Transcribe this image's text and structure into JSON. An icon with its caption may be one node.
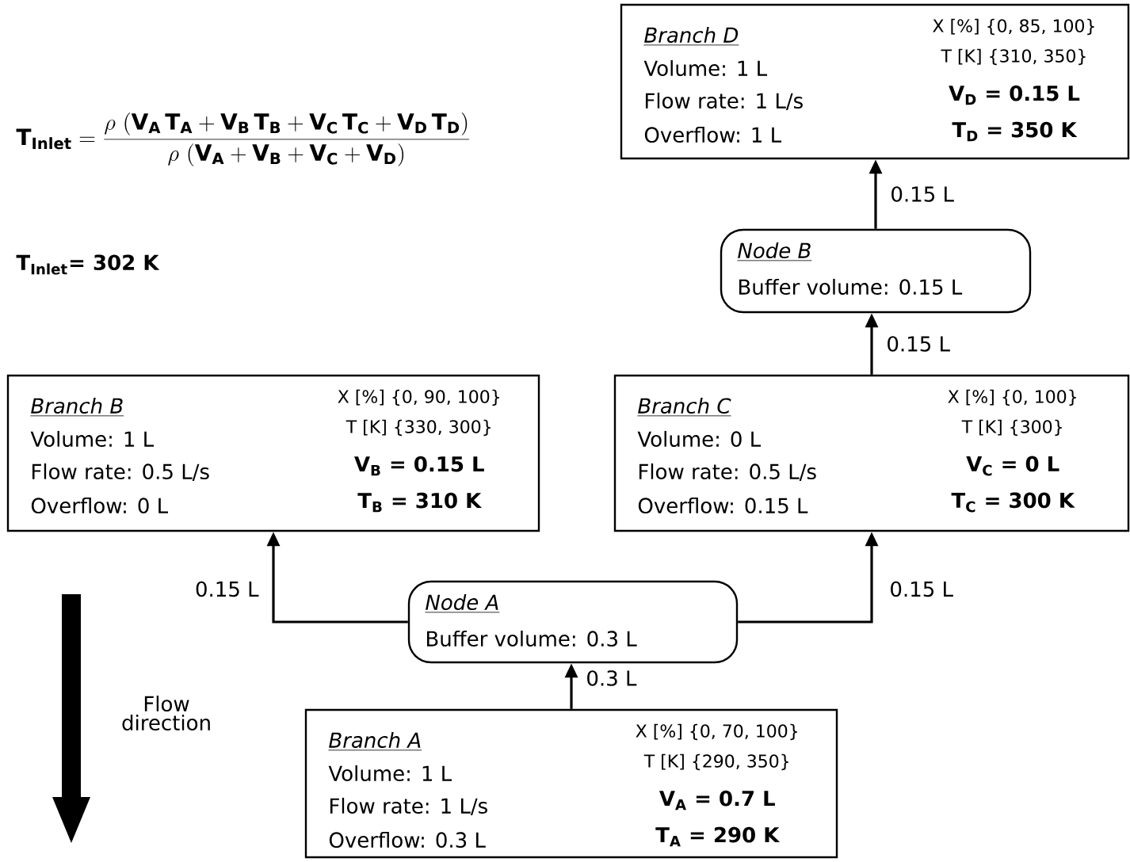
{
  "diagram": {
    "nodes": [
      {
        "text": [
          "Branch D",
          "Volume: 1 L",
          "Flow rate: 1 L/s",
          "Overflow: 1 L",
          "X [%] {0, 85, 100}",
          "T [K] {310, 350}",
          "V$_{D}$ = 0.15 L",
          "T$_{D}$ = 350 K"
        ]
      },
      {
        "text": [
          "Node B",
          "Buffer volume: 0.15 L"
        ]
      },
      {
        "text": [
          "Branch B",
          "Volume: 1 L",
          "Flow rate: 0.5 L/s",
          "Overflow: 0 L",
          "X [%] {0, 90, 100}",
          "T [K] {330, 300}",
          "V$_{B}$ = 0.15 L",
          "T$_{B}$ = 310 K"
        ]
      },
      {
        "text": [
          "Branch C",
          "Volume: 0 L",
          "Flow rate: 0.5 L/s",
          "Overflow: 0.15 L",
          "X [%] {0, 100}",
          "T [K] {300}",
          "V$_{C}$ = 0 L",
          "T$_{C}$ = 300 K"
        ]
      },
      {
        "text": [
          "Node A",
          "Buffer volume: 0.3 L"
        ]
      },
      {
        "text": [
          "Branch A",
          "Volume: 1 L",
          "Flow rate: 1 L/s",
          "Overflow: 0.3 L",
          "X [%] {0, 70, 100}",
          "T [K] {290, 350}",
          "V$_{A}$ = 0.7 L",
          "T$_{A}$ = 290 K"
        ]
      }
    ],
    "edges": [
      {
        "from": 5,
        "to": 4,
        "arrow": "to",
        "label": "0.3 L"
      },
      {
        "from": 4,
        "to": 2,
        "arrow": "to",
        "label": "0.15 L"
      },
      {
        "from": 4,
        "to": 3,
        "arrow": "to",
        "label": "0.15 L"
      },
      {
        "from": 3,
        "to": 1,
        "arrow": "to",
        "label": "0.15 L"
      },
      {
        "from": 1,
        "to": 0,
        "arrow": "to",
        "label": "0.15 L"
      }
    ],
    "labels": [
      "\\mathbf{T_{Inlet} = \\frac{\\rho\\ (V_A\\,T_A+V_B\\,T_B+V_C\\,T_C+V_D\\,T_D)}{\\rho\\ (V_A+V_B+V_C+V_D)}}",
      "T$_{Inlet}$= 302 K",
      "Flow direction"
    ]
  }
}
